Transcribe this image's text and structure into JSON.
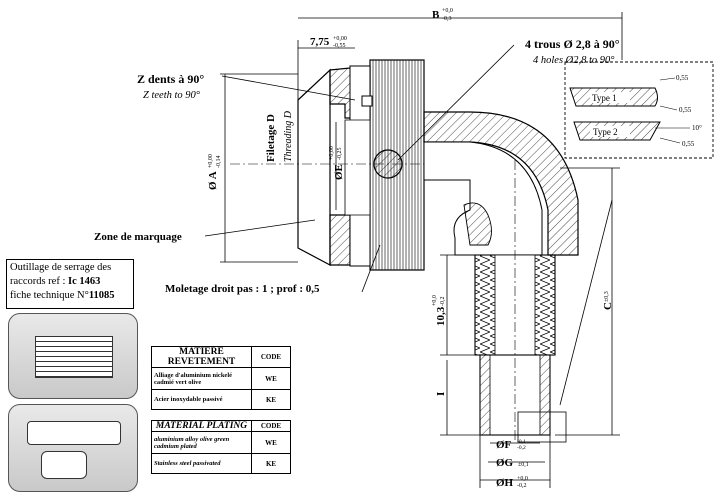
{
  "drawing": {
    "dim_B": "B",
    "dim_B_tol_upper": "+0,0",
    "dim_B_tol_lower": "-0,3",
    "dim_775": "7,75",
    "dim_775_tol_upper": "+0,00",
    "dim_775_tol_lower": "-0,55",
    "holes_fr": "4 trous Ø 2,8 à 90°",
    "holes_en": "4 holes Ø2,8 to 90°",
    "teeth_fr": "Z dents à 90°",
    "teeth_en": "Z teeth to 90°",
    "threading_fr": "Filetage D",
    "threading_en": "Threading D",
    "dim_A": "Ø A",
    "dim_A_tol_upper": "+0,00",
    "dim_A_tol_lower": "-0,14",
    "dim_E": "ØE",
    "dim_E_tol_upper": "+0,00",
    "dim_E_tol_lower": "-0,25",
    "marking_zone": "Zone de marquage",
    "knurl_note": "Moletage droit pas : 1 ; prof : 0,5",
    "dim_103": "10,3",
    "dim_103_tol_upper": "+0,0",
    "dim_103_tol_lower": "-0,2",
    "dim_C": "C",
    "dim_C_tol": "±0,3",
    "dim_I": "I",
    "dim_F": "ØF",
    "dim_F_tol_upper": "-0,1",
    "dim_F_tol_lower": "-0,2",
    "dim_G": "ØG",
    "dim_G_tol": "±0,1",
    "dim_H": "ØH",
    "dim_H_tol_upper": "+0,0",
    "dim_H_tol_lower": "-0,2",
    "detail_type1": "Type 1",
    "detail_type2": "Type 2",
    "detail_055": "0,55",
    "detail_10deg": "10°"
  },
  "tooling_note": {
    "line1": "Outillage de serrage des",
    "line2_prefix": "raccords ref : ",
    "line2_ref": "Ic 1463",
    "line3_prefix": "fiche technique N°",
    "line3_ref": "11085"
  },
  "materials_fr": {
    "header_material": "MATIERE REVETEMENT",
    "header_code": "CODE",
    "rows": [
      {
        "material": "Alliage d'aluminium nickelé cadmié vert olive",
        "code": "WE"
      },
      {
        "material": "Acier inoxydable passivé",
        "code": "KE"
      }
    ]
  },
  "materials_en": {
    "header_material": "MATERIAL PLATING",
    "header_code": "CODE",
    "rows": [
      {
        "material": "aluminium alloy olive green cadmium plated",
        "code": "WE"
      },
      {
        "material": "Stainless steel passivated",
        "code": "KE"
      }
    ]
  }
}
